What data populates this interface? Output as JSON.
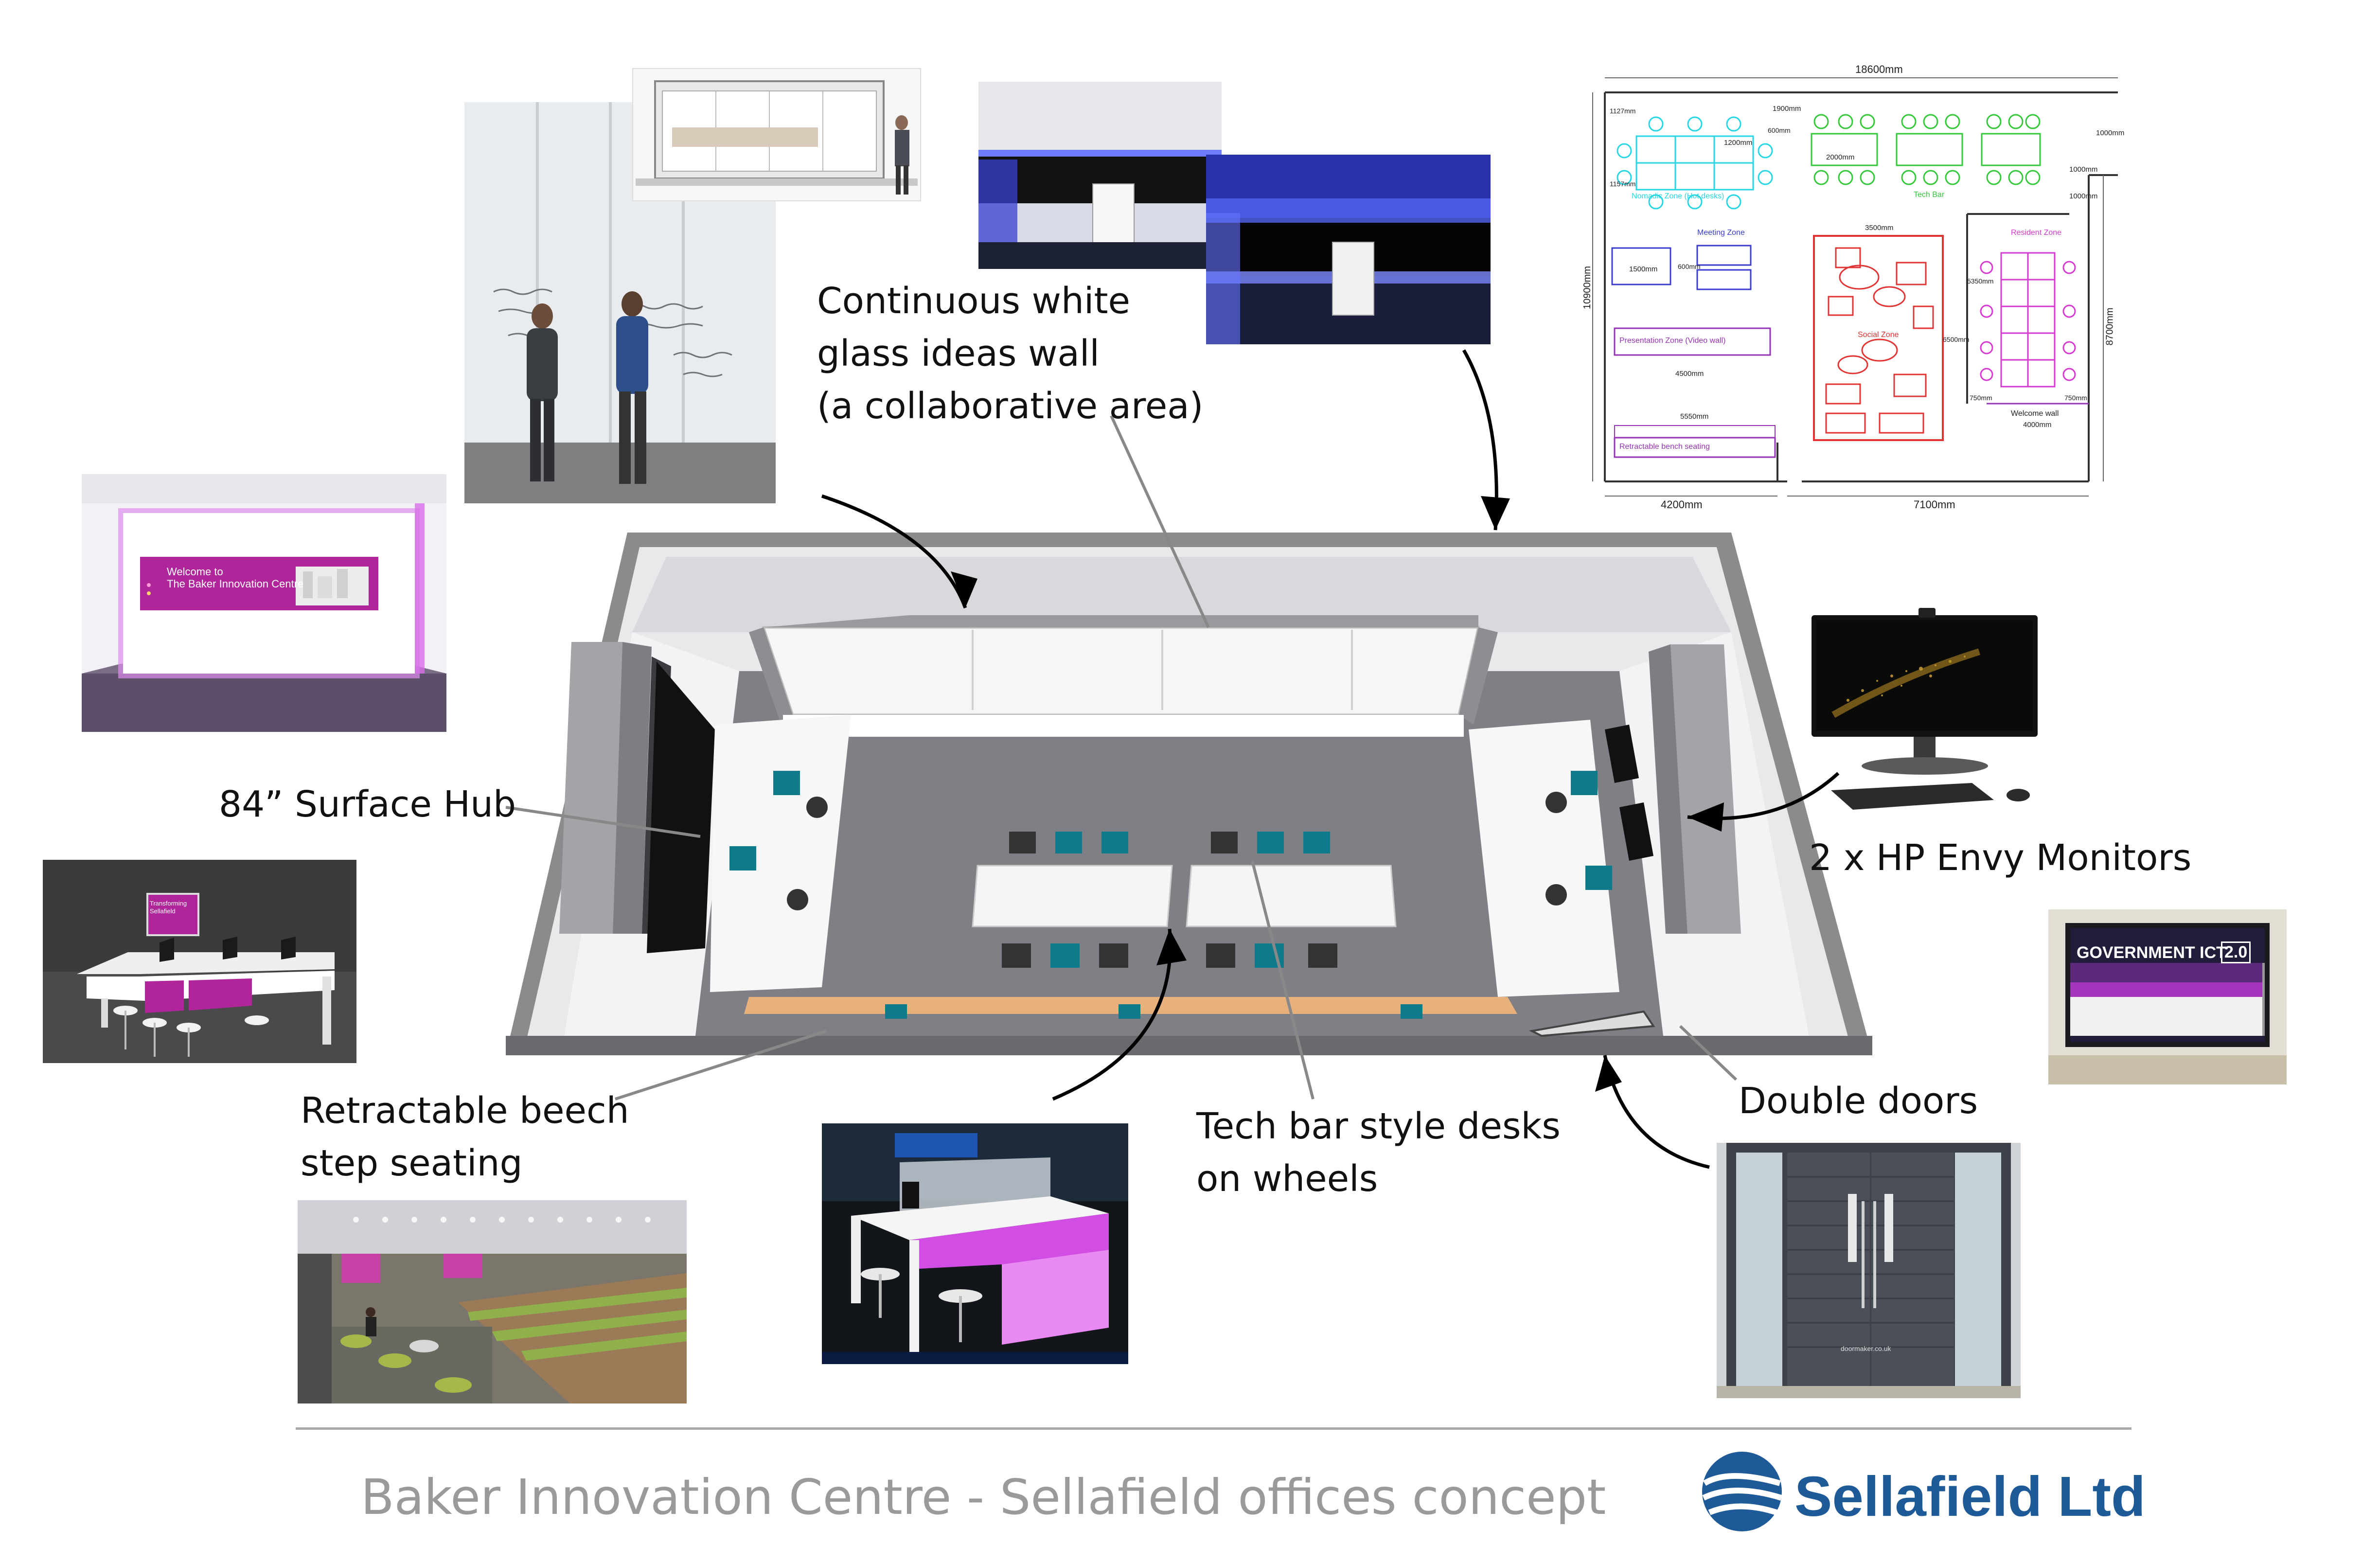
{
  "annotations": {
    "ideas_wall": "Continuous white\nglass ideas wall\n(a collaborative area)",
    "surface_hub": "84” Surface Hub",
    "hp_monitors": "2 x HP Envy Monitors",
    "bench_seating": "Retractable beech\nstep seating",
    "tech_desks": "Tech bar style desks\non wheels",
    "double_doors": "Double doors"
  },
  "welcome_sign": {
    "line1": "Welcome to",
    "line2": "The Baker Innovation Centre"
  },
  "techbar_photo_sign": "Transforming Sellafield",
  "gov_ict_sign": {
    "title": "GOVERNMENT ICT",
    "version": "2.0"
  },
  "door_photo_caption": "doormaker.co.uk",
  "floorplan": {
    "overall_width": "18600mm",
    "dim_1900": "1900mm",
    "dim_1200": "1200mm",
    "dim_2000": "2000mm",
    "dim_1000a": "1000mm",
    "dim_1000b": "1000mm",
    "dim_1000c": "1000mm",
    "dim_600a": "600mm",
    "dim_1157": "1157mm",
    "dim_1127": "1127mm",
    "height_left": "10900mm",
    "height_right": "8700mm",
    "dim_3500": "3500mm",
    "dim_1500": "1500mm",
    "dim_600b": "600mm",
    "dim_6500": "6500mm",
    "dim_5350": "5350mm",
    "dim_4500": "4500mm",
    "dim_5550": "5550mm",
    "dim_4000": "4000mm",
    "dim_750a": "750mm",
    "dim_750b": "750mm",
    "bottom_left": "4200mm",
    "bottom_right": "7100mm",
    "zones": {
      "nomadic": "Nomadic Zone (Hot desks)",
      "tech_bar": "Tech Bar",
      "meeting": "Meeting Zone",
      "resident": "Resident Zone",
      "social": "Social Zone",
      "presentation": "Presentation Zone (Video wall)",
      "retractable": "Retractable bench seating",
      "welcome_wall": "Welcome wall"
    }
  },
  "footer": {
    "title": "Baker Innovation Centre - Sellafield offices concept",
    "logo_text": "Sellafield Ltd"
  },
  "colors": {
    "magenta": "#c02ea8",
    "nomadic": "#27d6e3",
    "tech_bar": "#35c83a",
    "meeting": "#3b3bd0",
    "resident": "#d63bd0",
    "social": "#e23434",
    "presentation": "#9633b5",
    "teal_chair": "#0f7a8a",
    "logo_blue": "#1d5a97"
  }
}
